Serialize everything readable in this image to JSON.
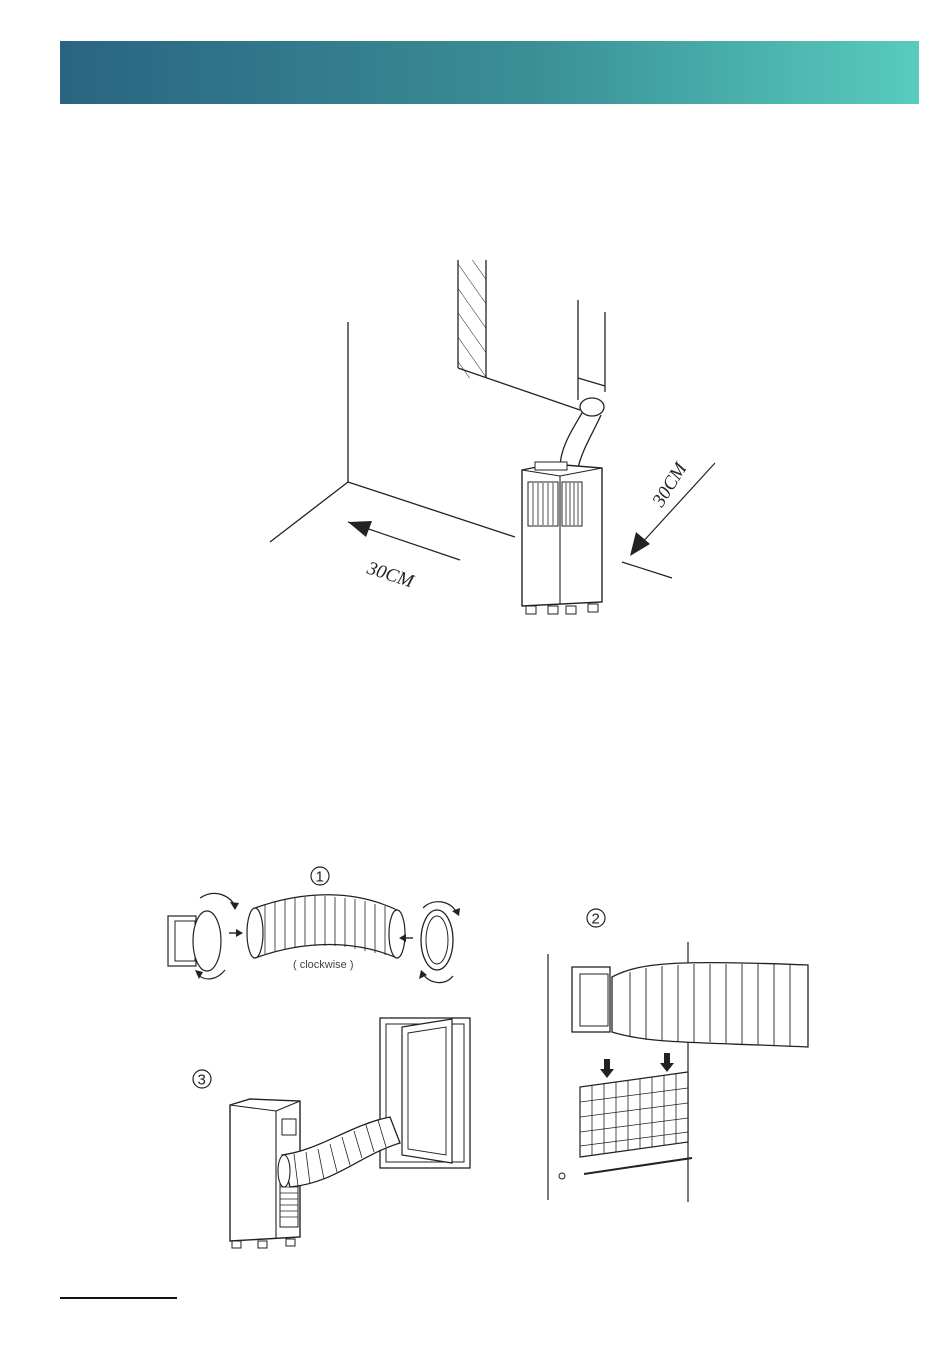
{
  "header": {
    "color_start": "#2a6482",
    "color_end": "#58cbbf"
  },
  "clearance_figure": {
    "left_distance_label": "30CM",
    "right_distance_label": "30CM"
  },
  "installation_steps": {
    "step1": {
      "number": "1",
      "note": "( clockwise )"
    },
    "step2": {
      "number": "2"
    },
    "step3": {
      "number": "3"
    }
  }
}
